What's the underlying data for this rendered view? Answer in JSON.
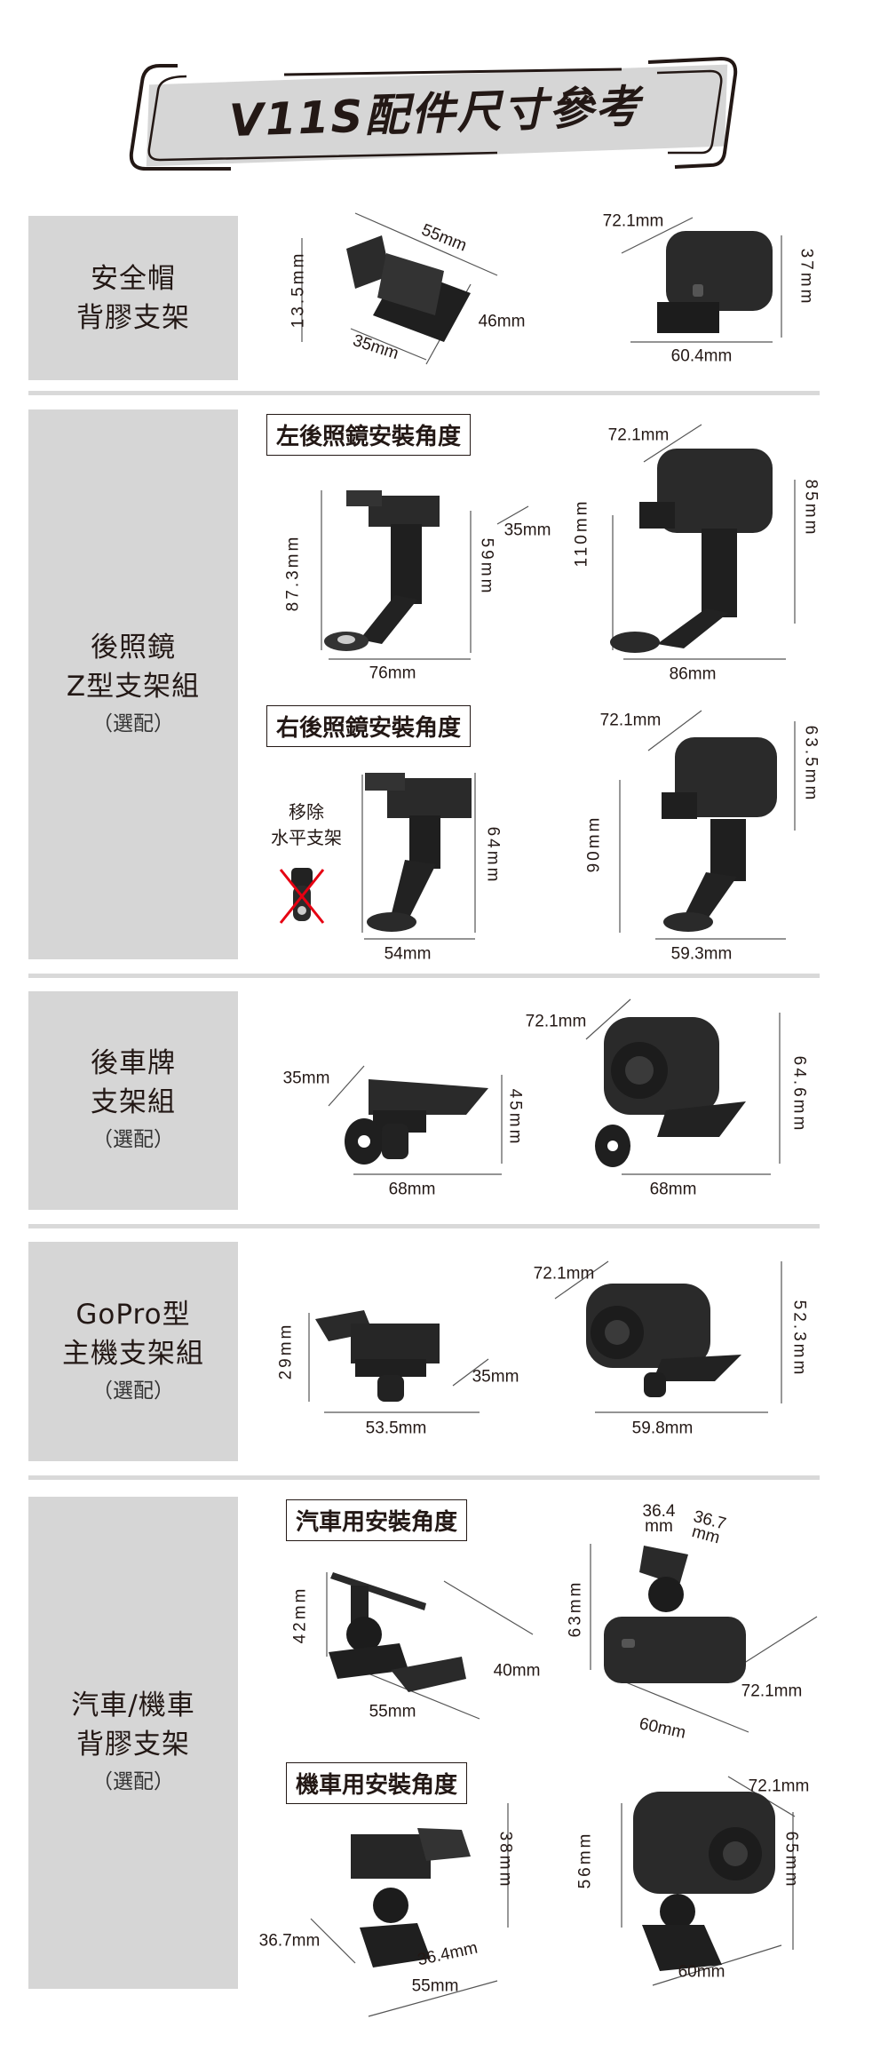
{
  "title": "V11S配件尺寸參考",
  "sections": [
    {
      "label_lines": [
        "安全帽",
        "背膠支架"
      ],
      "dims": [
        "55mm",
        "13.5mm",
        "46mm",
        "35mm",
        "72.1mm",
        "37mm",
        "60.4mm"
      ]
    },
    {
      "label_lines": [
        "後照鏡",
        "Z型支架組"
      ],
      "optional": "（選配）",
      "captions": [
        "左後照鏡安裝角度",
        "右後照鏡安裝角度"
      ],
      "note_lines": [
        "移除",
        "水平支架"
      ],
      "dims": [
        "87.3mm",
        "35mm",
        "59mm",
        "76mm",
        "72.1mm",
        "110mm",
        "85mm",
        "86mm",
        "64mm",
        "54mm",
        "72.1mm",
        "90mm",
        "63.5mm",
        "59.3mm"
      ]
    },
    {
      "label_lines": [
        "後車牌",
        "支架組"
      ],
      "optional": "（選配）",
      "dims": [
        "35mm",
        "45mm",
        "68mm",
        "72.1mm",
        "64.6mm",
        "68mm"
      ]
    },
    {
      "label_lines": [
        "GoPro型",
        "主機支架組"
      ],
      "optional": "（選配）",
      "dims": [
        "29mm",
        "35mm",
        "53.5mm",
        "72.1mm",
        "52.3mm",
        "59.8mm"
      ]
    },
    {
      "label_lines": [
        "汽車/機車",
        "背膠支架"
      ],
      "optional": "（選配）",
      "captions": [
        "汽車用安裝角度",
        "機車用安裝角度"
      ],
      "dims": [
        "42mm",
        "40mm",
        "55mm",
        "36.4\nmm",
        "36.7\nmm",
        "63mm",
        "72.1mm",
        "60mm",
        "38mm",
        "36.7mm",
        "36.4mm",
        "55mm",
        "72.1mm",
        "56mm",
        "65mm",
        "60mm"
      ]
    }
  ],
  "colors": {
    "text": "#231815",
    "panel": "#d6d6d6",
    "remove_mark": "#e60012"
  }
}
